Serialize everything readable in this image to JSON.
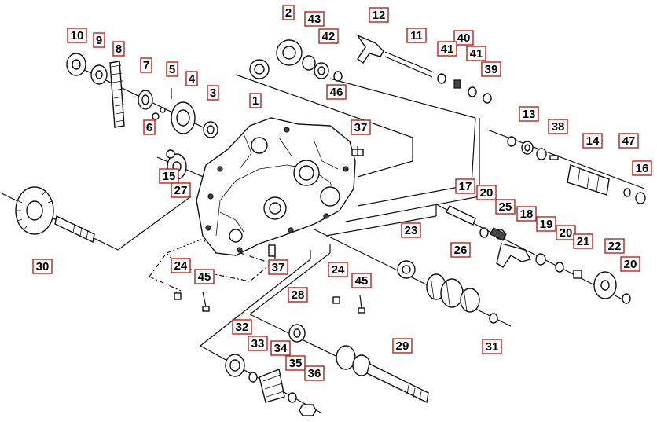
{
  "callouts": [
    {
      "id": "c1",
      "label": "1"
    },
    {
      "id": "c2",
      "label": "2"
    },
    {
      "id": "c3",
      "label": "3"
    },
    {
      "id": "c4",
      "label": "4"
    },
    {
      "id": "c5",
      "label": "5"
    },
    {
      "id": "c6",
      "label": "6"
    },
    {
      "id": "c7",
      "label": "7"
    },
    {
      "id": "c8",
      "label": "8"
    },
    {
      "id": "c9",
      "label": "9"
    },
    {
      "id": "c10",
      "label": "10"
    },
    {
      "id": "c11",
      "label": "11"
    },
    {
      "id": "c12",
      "label": "12"
    },
    {
      "id": "c13",
      "label": "13"
    },
    {
      "id": "c14",
      "label": "14"
    },
    {
      "id": "c15",
      "label": "15"
    },
    {
      "id": "c16",
      "label": "16"
    },
    {
      "id": "c17",
      "label": "17"
    },
    {
      "id": "c18",
      "label": "18"
    },
    {
      "id": "c19",
      "label": "19"
    },
    {
      "id": "c20a",
      "label": "20"
    },
    {
      "id": "c20b",
      "label": "20"
    },
    {
      "id": "c20c",
      "label": "20"
    },
    {
      "id": "c21",
      "label": "21"
    },
    {
      "id": "c22",
      "label": "22"
    },
    {
      "id": "c23",
      "label": "23"
    },
    {
      "id": "c24a",
      "label": "24"
    },
    {
      "id": "c24b",
      "label": "24"
    },
    {
      "id": "c25",
      "label": "25"
    },
    {
      "id": "c26",
      "label": "26"
    },
    {
      "id": "c27",
      "label": "27"
    },
    {
      "id": "c28",
      "label": "28"
    },
    {
      "id": "c29",
      "label": "29"
    },
    {
      "id": "c30",
      "label": "30"
    },
    {
      "id": "c31",
      "label": "31"
    },
    {
      "id": "c32",
      "label": "32"
    },
    {
      "id": "c33",
      "label": "33"
    },
    {
      "id": "c34",
      "label": "34"
    },
    {
      "id": "c35",
      "label": "35"
    },
    {
      "id": "c36",
      "label": "36"
    },
    {
      "id": "c37a",
      "label": "37"
    },
    {
      "id": "c37b",
      "label": "37"
    },
    {
      "id": "c38",
      "label": "38"
    },
    {
      "id": "c39",
      "label": "39"
    },
    {
      "id": "c40",
      "label": "40"
    },
    {
      "id": "c41a",
      "label": "41"
    },
    {
      "id": "c41b",
      "label": "41"
    },
    {
      "id": "c42",
      "label": "42"
    },
    {
      "id": "c43",
      "label": "43"
    },
    {
      "id": "c45a",
      "label": "45"
    },
    {
      "id": "c45b",
      "label": "45"
    },
    {
      "id": "c46",
      "label": "46"
    },
    {
      "id": "c47",
      "label": "47"
    }
  ],
  "colors": {
    "callout_border": "#c0201a",
    "line": "#111111",
    "background": "#ffffff"
  }
}
